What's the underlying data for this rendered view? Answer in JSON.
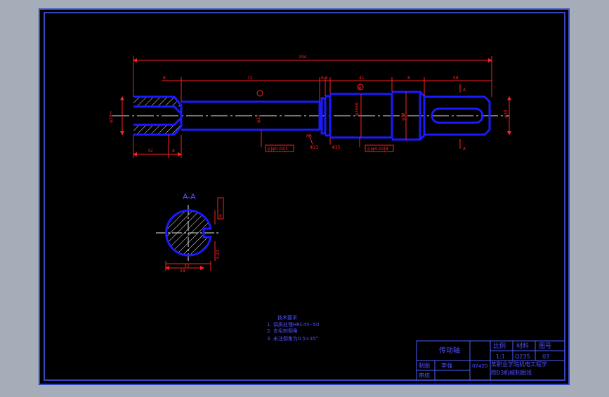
{
  "colors": {
    "background": "#a4adb8",
    "paper": "#000000",
    "border": "#4a5cff",
    "part_outline": "#1a1aff",
    "dimension": "#ff2020",
    "center_line": "#e8e8e8",
    "hatch": "#e8e8e8",
    "annotation": "#5050ff"
  },
  "dimensions": {
    "overall_length": "294",
    "left_gap": "8",
    "shaft_length": "72",
    "collar_width": "6.3",
    "middle_length": "41",
    "right_step": "8",
    "journal_length": "58",
    "bore_depth": "32",
    "bore_offset": "8",
    "bore_diameter": "φ28H",
    "shaft_diameter": "φ32",
    "middle_diameter": "φ35k6",
    "collar_diameter": "φ38",
    "journal_diameter": "φ30",
    "groove_width": "Φ23",
    "groove_depth": "Φ35",
    "fillet_radius": "R3"
  },
  "labels": {
    "datum_b": "B",
    "section_mark": "A",
    "section_title": "A-A",
    "tolerance_frame_1": "◎|φ0.02|C",
    "tolerance_frame_2": "◎|φ0.02|B",
    "section_key_width": "8",
    "section_width_1": "32",
    "section_width_2": "28",
    "section_depth": "3-24"
  },
  "notes": {
    "heading": "技术要求",
    "line1": "1. 调质处理HRC45--50",
    "line2": "2. 去毛刺倒角",
    "line3": "3. 未注倒角为0.5×45°"
  },
  "title_block": {
    "part_name": "传动轴",
    "scale_label": "比例",
    "material_label": "材料",
    "drawing_no_label": "图号",
    "scale_value": "1:1",
    "material_value": "Q235",
    "drawing_no_value": "03",
    "drawn_label": "制图",
    "drawn_name": "李强",
    "checked_label": "审核",
    "student_id": "07420",
    "school_line1": "某职业学院机电工程学",
    "school_line2": "院03机械制图班"
  }
}
